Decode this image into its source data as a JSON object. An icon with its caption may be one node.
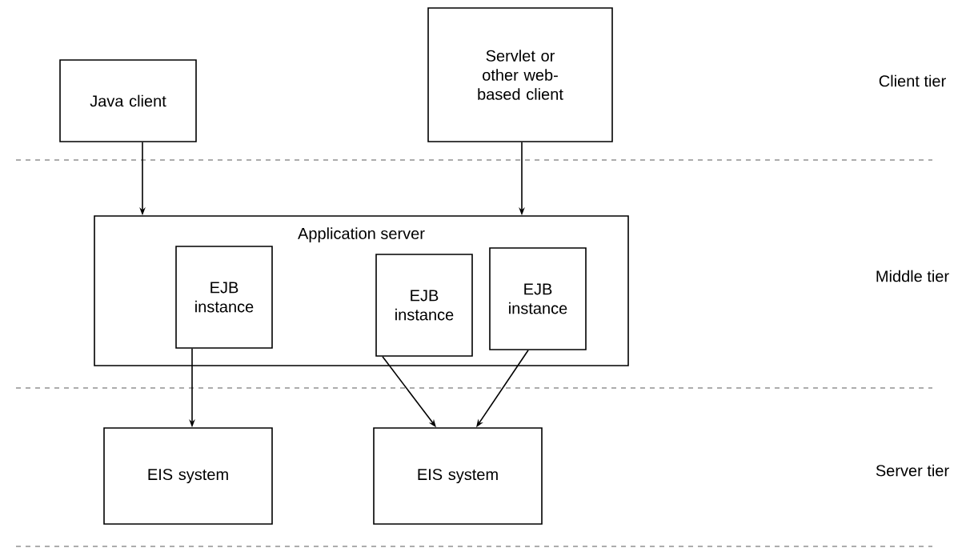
{
  "diagram": {
    "nodes": [
      {
        "text": [
          "Java client"
        ]
      },
      {
        "text": [
          "Servlet or other web-based client"
        ]
      },
      {
        "text": [
          "Application server"
        ]
      },
      {
        "text": [
          "EJB instance"
        ],
        "in": 2
      },
      {
        "text": [
          "EJB instance"
        ],
        "in": 2
      },
      {
        "text": [
          "EJB instance"
        ],
        "in": 2
      },
      {
        "text": [
          "EIS system"
        ]
      },
      {
        "text": [
          "EIS system"
        ]
      }
    ],
    "edges": [
      {
        "from": 0,
        "to": 2,
        "arrow": "to"
      },
      {
        "from": 1,
        "to": 2,
        "arrow": "to"
      },
      {
        "from": 3,
        "to": 6,
        "arrow": "to"
      },
      {
        "from": 4,
        "to": 7,
        "arrow": "to"
      },
      {
        "from": 5,
        "to": 7,
        "arrow": "to"
      }
    ],
    "labels": [
      "Client tier",
      "Middle tier",
      "Server tier"
    ]
  }
}
